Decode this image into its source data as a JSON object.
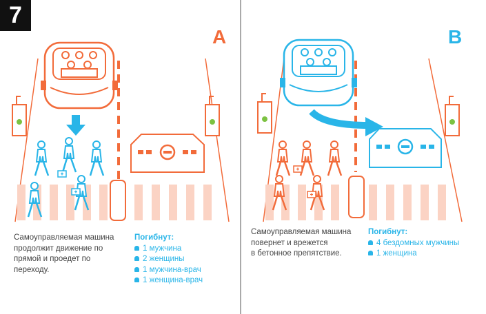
{
  "badge": "7",
  "colors": {
    "orange": "#f26b3a",
    "blue": "#29b5e8",
    "crosswalk": "#fbd3c4"
  },
  "panel_a": {
    "letter": "A",
    "description": [
      "Самоуправляемая машина",
      "продолжит движение по",
      "прямой и проедет по",
      "переходу."
    ],
    "deaths_title": "Погибнут:",
    "deaths": [
      "1 мужчина",
      "2 женщины",
      "1 мужчина-врач",
      "1 женщина-врач"
    ]
  },
  "panel_b": {
    "letter": "B",
    "description": [
      "Самоуправляемая машина",
      "повернет и врежется",
      "в бетонное препятствие."
    ],
    "deaths_title": "Погибнут:",
    "deaths": [
      "4 бездомных мужчины",
      "1 женщина"
    ]
  }
}
